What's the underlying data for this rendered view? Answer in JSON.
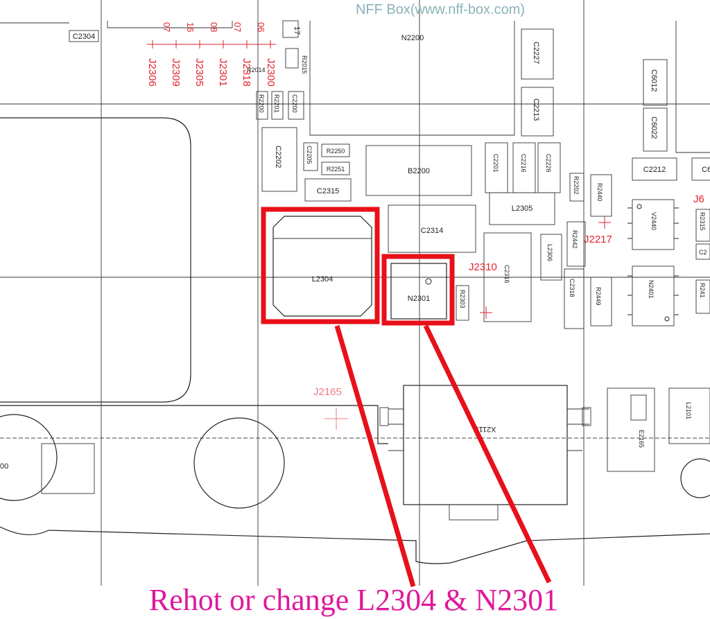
{
  "watermark": "NFF Box(www.nff-box.com)",
  "caption": "Rehot or change L2304 & N2301",
  "colors": {
    "highlight": "#e8101a",
    "caption": "#e0189b",
    "watermark": "#8ab3b7",
    "reference_label": "#e3232c"
  },
  "highlights": [
    {
      "ref": "L2304"
    },
    {
      "ref": "N2301"
    }
  ],
  "components": {
    "c2304": "C2304",
    "n2200": "N2200",
    "c2227": "C2227",
    "c6012": "C6012",
    "c2213": "C2213",
    "c6022": "C6022",
    "r2015": "R2015",
    "r2014": "R2014",
    "r2201": "R2201",
    "r2200": "R2200",
    "c2200": "C2200",
    "c2202": "C2202",
    "r2250": "R2250",
    "r2251": "R2251",
    "c2205": "C2205",
    "c2315": "C2315",
    "b2200": "B2200",
    "c2201": "C2201",
    "c2216": "C2216",
    "c2226": "C2226",
    "r2202": "R2202",
    "r2440": "R2440",
    "c2212": "C2212",
    "c2314": "C2314",
    "l2305": "L2305",
    "v2440": "V2440",
    "r2442": "R2442",
    "l2304": "L2304",
    "n2301": "N2301",
    "r2303": "R2303",
    "c2316": "C2316",
    "l2306": "L2306",
    "c2318": "C2318",
    "r2449": "R2449",
    "n2401": "N2401",
    "x2115": "X2115",
    "l2101": "L2101",
    "e2165": "E2165",
    "c6": "C6",
    "c2": "C2",
    "r241": "R241",
    "r2315": "R2315",
    "part_17": "17",
    "part_00": "00"
  },
  "test_points": {
    "j2306": "J2306",
    "j2309": "J2309",
    "j2305": "J2305",
    "j2301": "J2301",
    "j2318": "J2318",
    "j2300": "J2300",
    "j2217": "J2217",
    "j2310": "J2310",
    "j2165": "J2165",
    "j6": "J6",
    "top_codes": [
      "07",
      "16",
      "08",
      "07",
      "06"
    ]
  }
}
